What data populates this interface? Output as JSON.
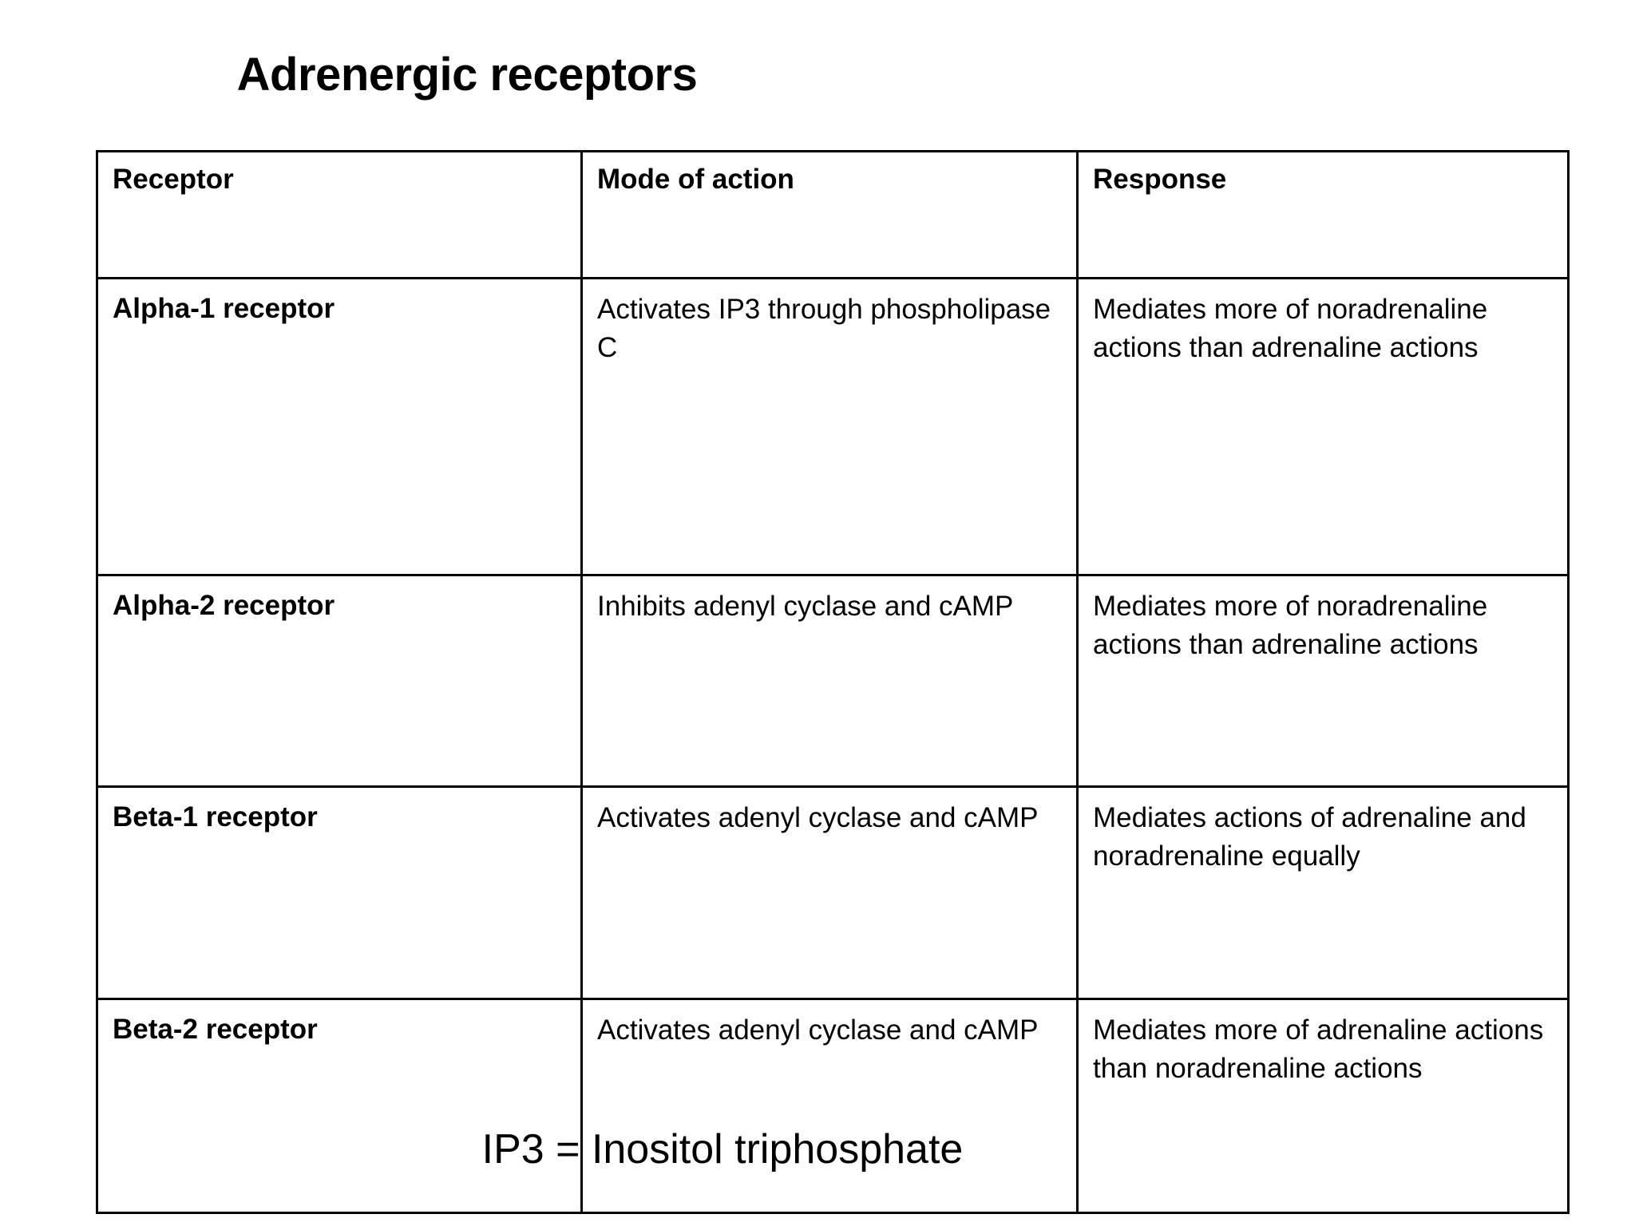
{
  "slide": {
    "title": "Adrenergic receptors",
    "footnote": "IP3 = Inositol triphosphate",
    "background_color": "#ffffff",
    "text_color": "#000000",
    "border_color": "#000000"
  },
  "table": {
    "columns": [
      {
        "header": "Receptor"
      },
      {
        "header": "Mode of action"
      },
      {
        "header": "Response"
      }
    ],
    "rows": [
      {
        "receptor": "Alpha-1 receptor",
        "mode_of_action": "Activates IP3 through phospholipase C",
        "response": "Mediates more of noradrenaline actions than adrenaline actions"
      },
      {
        "receptor": "Alpha-2 receptor",
        "mode_of_action": "Inhibits adenyl cyclase and cAMP",
        "response": "Mediates more of noradrenaline actions than adrenaline actions"
      },
      {
        "receptor": "Beta-1 receptor",
        "mode_of_action": "Activates adenyl cyclase and cAMP",
        "response": "Mediates actions of adrenaline and noradrenaline equally"
      },
      {
        "receptor": "Beta-2 receptor",
        "mode_of_action": "Activates adenyl cyclase and cAMP",
        "response": "Mediates more of adrenaline actions than noradrenaline actions"
      }
    ]
  }
}
